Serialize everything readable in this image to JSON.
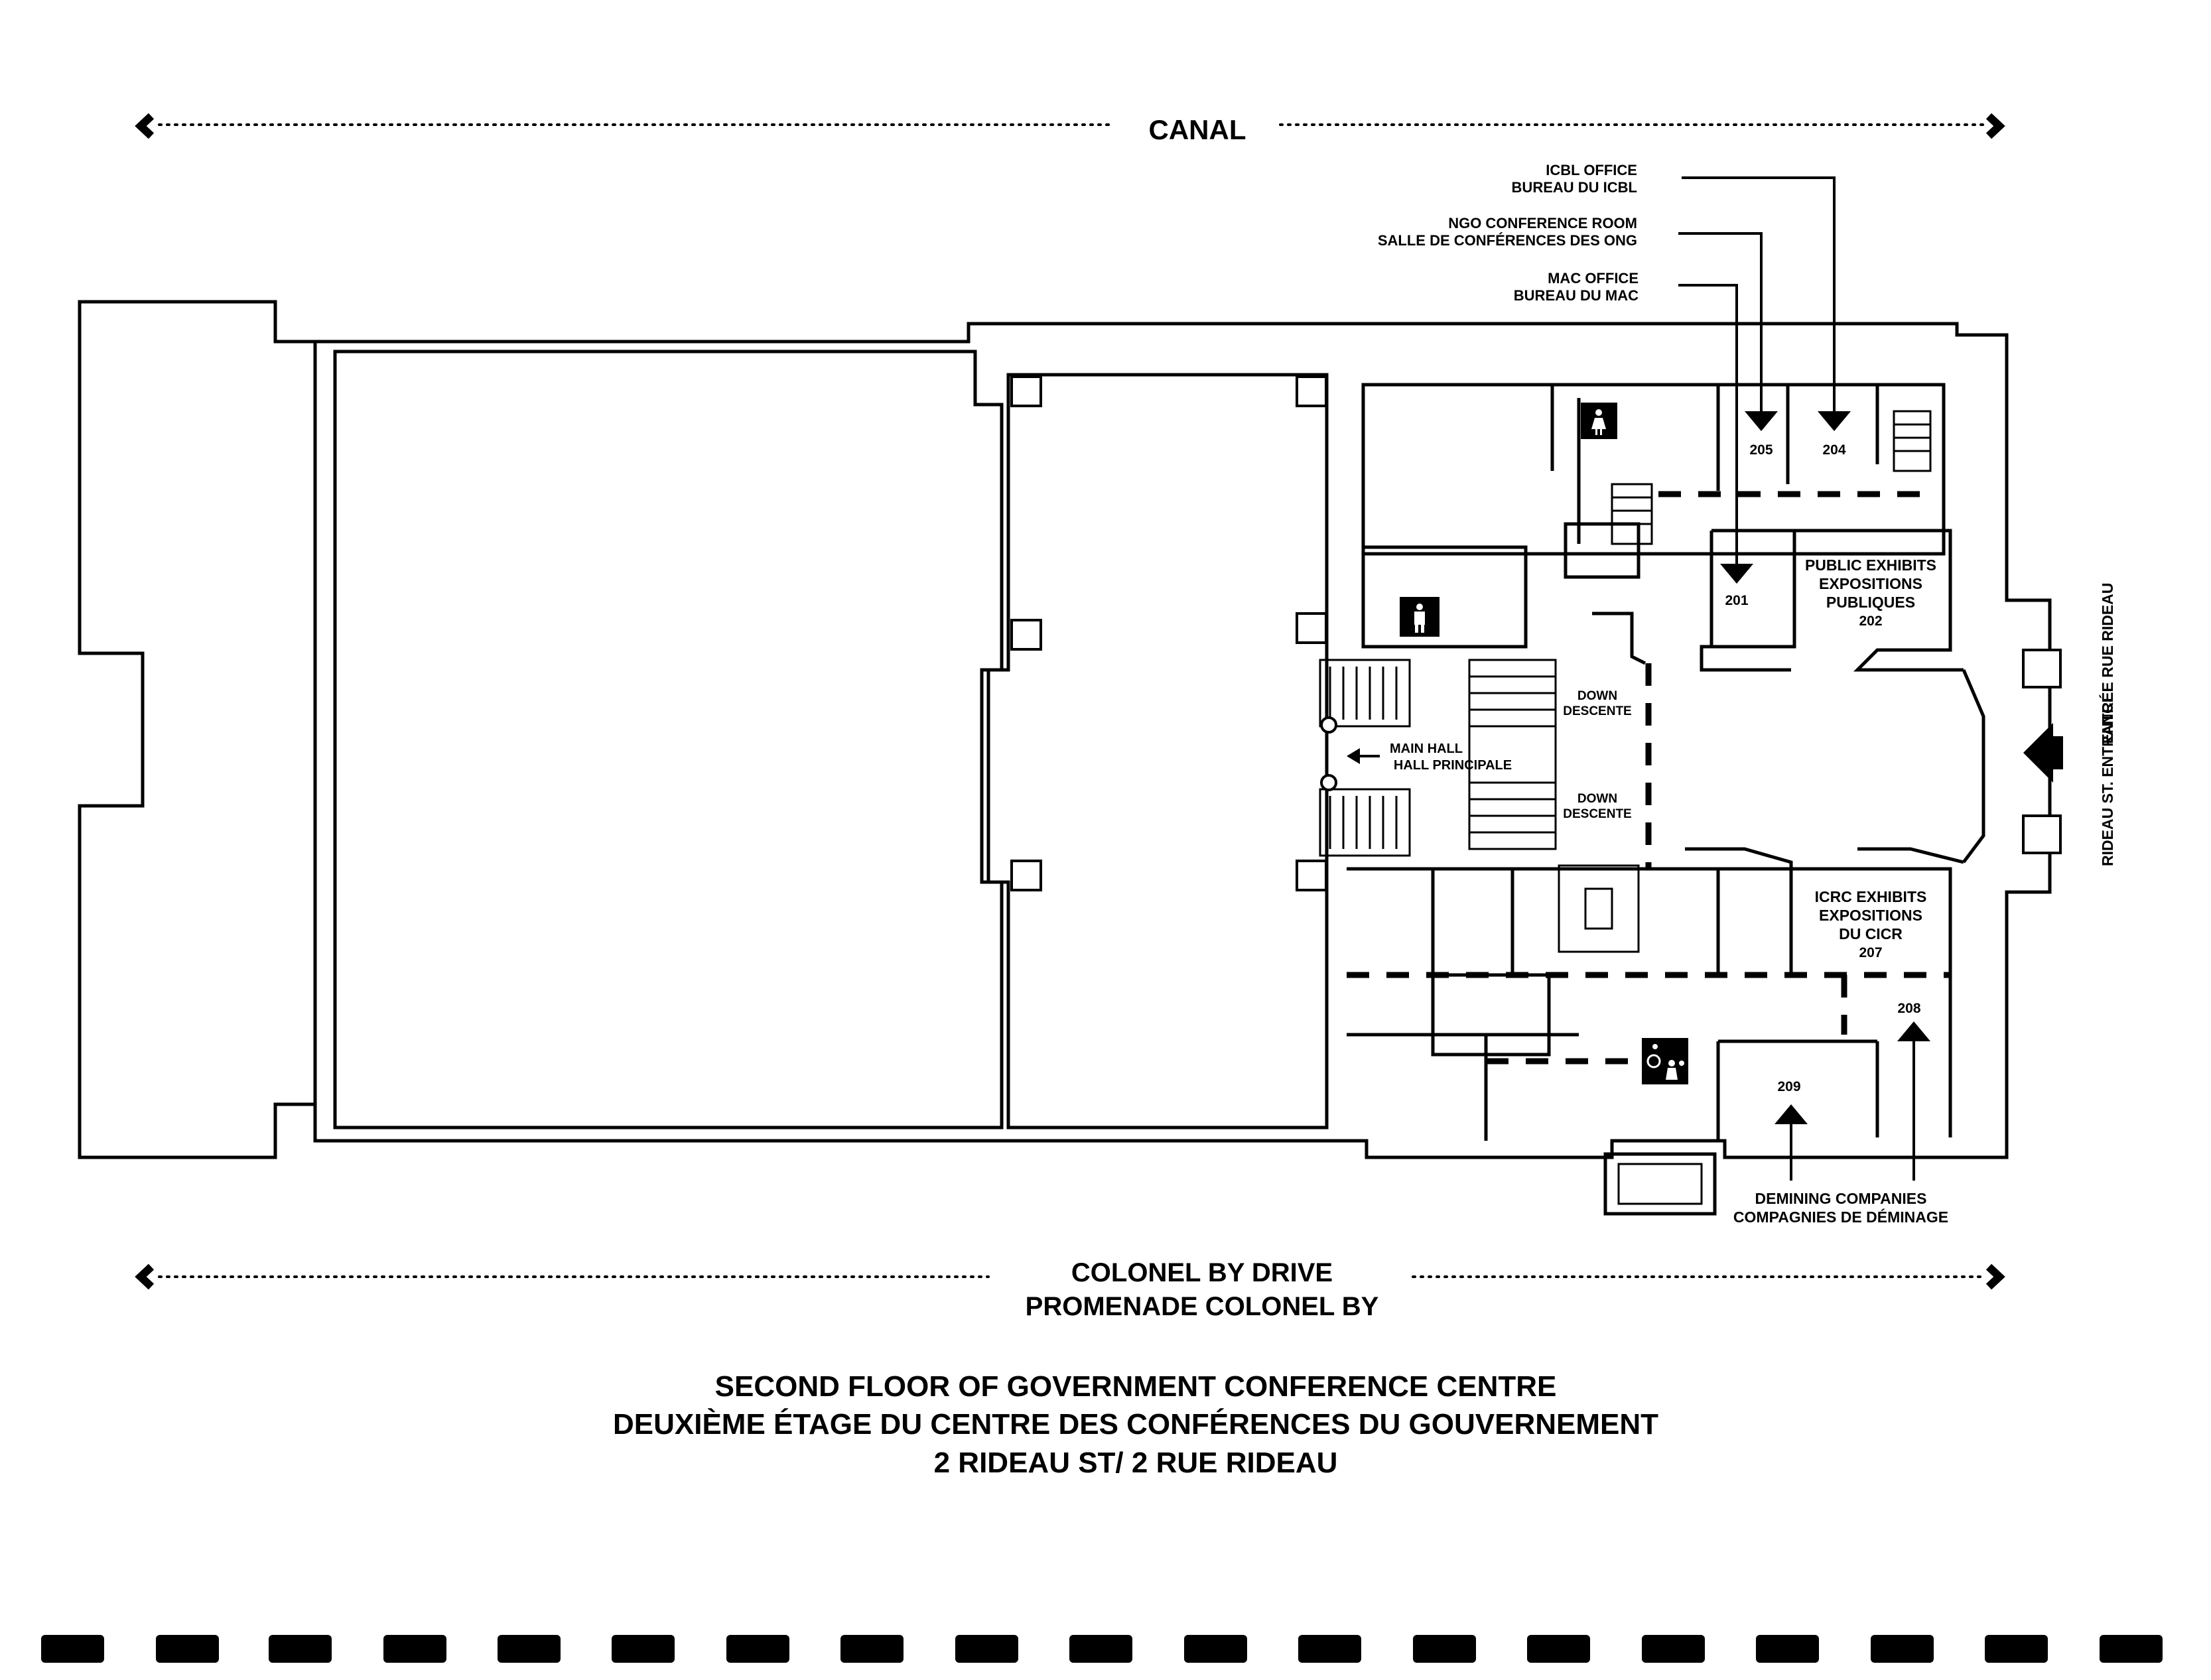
{
  "top_street": {
    "label": "CANAL"
  },
  "bottom_street": {
    "line1": "COLONEL BY DRIVE",
    "line2": "PROMENADE COLONEL BY"
  },
  "entrance": {
    "line1": "RIDEAU ST. ENTRANCE",
    "line2": "ENTRÉE RUE RIDEAU"
  },
  "callouts": {
    "icbl": {
      "line1": "ICBL OFFICE",
      "line2": "BUREAU DU ICBL"
    },
    "ngo": {
      "line1": "NGO CONFERENCE ROOM",
      "line2": "SALLE DE CONFÉRENCES DES ONG"
    },
    "mac": {
      "line1": "MAC OFFICE",
      "line2": "BUREAU DU MAC"
    },
    "demining": {
      "line1": "DEMINING COMPANIES",
      "line2": "COMPAGNIES DE DÉMINAGE"
    }
  },
  "rooms": {
    "r205": "205",
    "r204": "204",
    "r201": "201",
    "public_exhibits": {
      "line1": "PUBLIC EXHIBITS",
      "line2": "EXPOSITIONS",
      "line3": "PUBLIQUES",
      "number": "202"
    },
    "icrc_exhibits": {
      "line1": "ICRC EXHIBITS",
      "line2": "EXPOSITIONS",
      "line3": "DU CICR",
      "number": "207"
    },
    "r208": "208",
    "r209": "209"
  },
  "main_hall": {
    "line1": "MAIN HALL",
    "line2": "HALL PRINCIPALE"
  },
  "down_upper": {
    "line1": "DOWN",
    "line2": "DESCENTE"
  },
  "down_lower": {
    "line1": "DOWN",
    "line2": "DESCENTE"
  },
  "title": {
    "line1": "SECOND FLOOR OF GOVERNMENT CONFERENCE CENTRE",
    "line2": "DEUXIÈME ÉTAGE DU CENTRE DES CONFÉRENCES DU GOUVERNEMENT",
    "line3": "2 RIDEAU ST/ 2 RUE RIDEAU"
  },
  "icons": [
    "women-restroom-icon",
    "men-restroom-icon",
    "accessible-restroom-icon",
    "arrow-icon",
    "entrance-arrow-icon"
  ]
}
